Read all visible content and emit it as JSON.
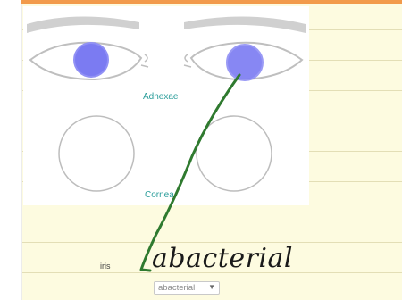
{
  "diagram": {
    "labels": {
      "adnexae": "Adnexae",
      "cornea": "Cornea"
    },
    "colors": {
      "iris": "#7b7bf2",
      "label": "#2a9d9a",
      "brow": "#d0d0d0",
      "outline": "#bfbfbf"
    }
  },
  "form": {
    "row_label": "iris",
    "select_value": "abacterial"
  },
  "ink": {
    "text": "abacterial",
    "color": "#2f7a2f"
  }
}
